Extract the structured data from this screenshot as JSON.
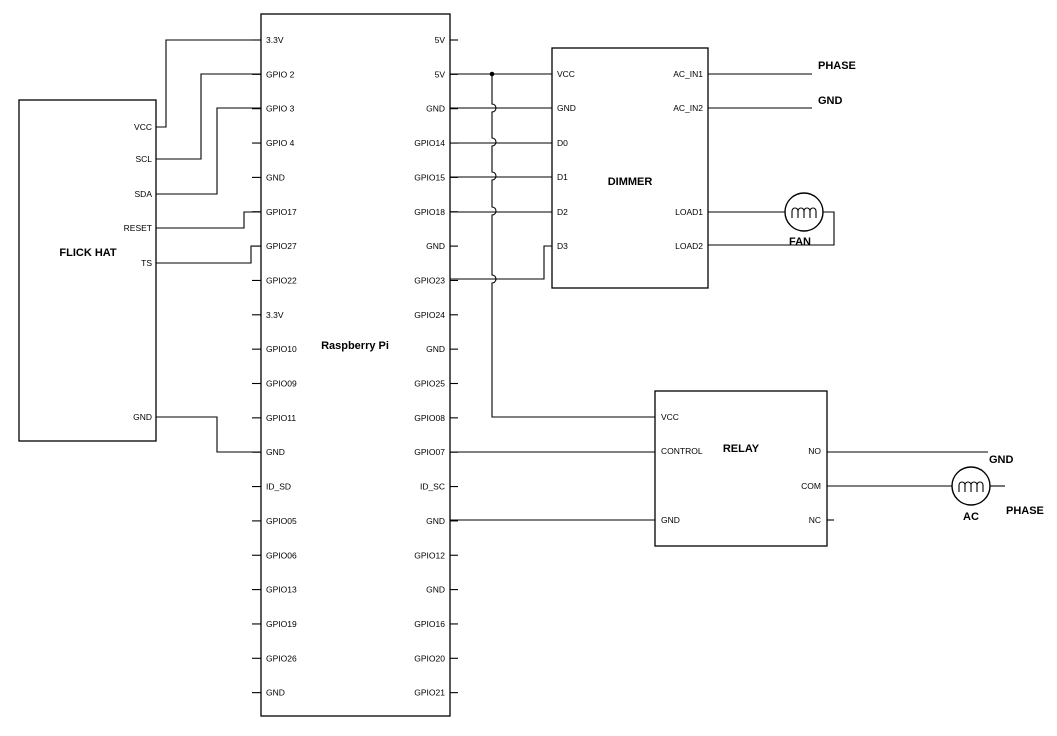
{
  "flick_hat": {
    "title": "FLICK HAT",
    "pins": {
      "vcc": "VCC",
      "scl": "SCL",
      "sda": "SDA",
      "reset": "RESET",
      "ts": "TS",
      "gnd": "GND"
    }
  },
  "rpi": {
    "title": "Raspberry Pi",
    "left_pins": [
      "3.3V",
      "GPIO 2",
      "GPIO 3",
      "GPIO 4",
      "GND",
      "GPIO17",
      "GPIO27",
      "GPIO22",
      "3.3V",
      "GPIO10",
      "GPIO09",
      "GPIO11",
      "GND",
      "ID_SD",
      "GPIO05",
      "GPIO06",
      "GPIO13",
      "GPIO19",
      "GPIO26",
      "GND"
    ],
    "right_pins": [
      "5V",
      "5V",
      "GND",
      "GPIO14",
      "GPIO15",
      "GPIO18",
      "GND",
      "GPIO23",
      "GPIO24",
      "GND",
      "GPIO25",
      "GPIO08",
      "GPIO07",
      "ID_SC",
      "GND",
      "GPIO12",
      "GND",
      "GPIO16",
      "GPIO20",
      "GPIO21"
    ]
  },
  "dimmer": {
    "title": "DIMMER",
    "left_pins": [
      "VCC",
      "GND",
      "D0",
      "D1",
      "D2",
      "D3"
    ],
    "right_pins": {
      "ac_in1": "AC_IN1",
      "ac_in2": "AC_IN2",
      "load1": "LOAD1",
      "load2": "LOAD2"
    }
  },
  "relay": {
    "title": "RELAY",
    "pins": {
      "vcc": "VCC",
      "control": "CONTROL",
      "gnd": "GND",
      "no": "NO",
      "com": "COM",
      "nc": "NC"
    }
  },
  "labels": {
    "phase_top": "PHASE",
    "gnd_top": "GND",
    "fan": "FAN",
    "gnd_relay": "GND",
    "ac": "AC",
    "phase_relay": "PHASE"
  }
}
